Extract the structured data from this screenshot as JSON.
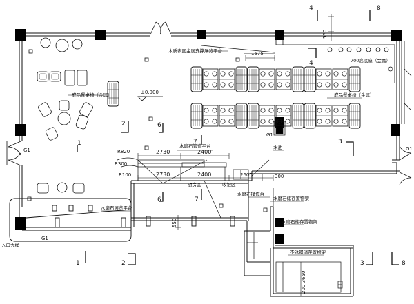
{
  "annotations": {
    "stage_top": "木质表面金属支撑展览平台",
    "dim_550_top": "550",
    "dim_1575": "1575",
    "dim_700": "700高底座（金属）",
    "seating_left": "成品餐桌椅（金属）",
    "level": "±0.000",
    "seating_right": "成品餐桌椅（金属）",
    "dim_2730_top": "2730",
    "dim_2400_top": "2400",
    "marble_counter_top": "水磨石管道平台",
    "water_pool": "水池",
    "dim_2730_bottom": "2730",
    "dim_2400_bottom": "2400",
    "dim_300": "300",
    "dim_2600": "2600",
    "r820": "R820",
    "r300": "R300",
    "r100": "R100",
    "kitchen_area": "厨房区",
    "cashier_area": "收银区",
    "marble_platform": "水磨石操作台",
    "marble_stage_bottom": "水磨石展览平台",
    "marble_storage_1": "水磨石储存置物架",
    "marble_storage_2": "水磨石储存置物架",
    "steel_storage": "不锈钢储存置物架",
    "dim_550_bottom": "550",
    "dim_200_3650": "200  3650",
    "g1_right": "G1",
    "g1_left": "G1",
    "g1_bottom": "G1",
    "g1_center": "G1",
    "entrance": "入口大样"
  },
  "section_marks": {
    "m4_top": "4",
    "m8_top": "8",
    "m4_mid": "4",
    "m2_top": "2",
    "m6_top": "6",
    "m7_top": "7",
    "m3_top": "3",
    "m1_top": "1",
    "m6_bottom": "6",
    "m7_bottom": "7",
    "m1_bottom": "1",
    "m2_bottom": "2",
    "m3_bottom": "3",
    "m8_bottom": "8"
  }
}
